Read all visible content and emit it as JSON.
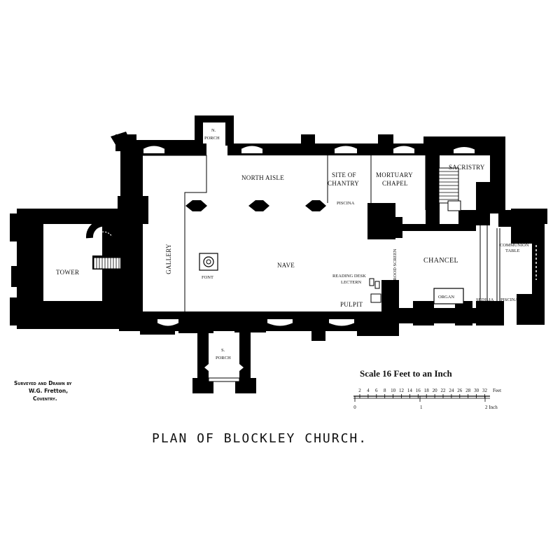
{
  "title": "PLAN OF BLOCKLEY CHURCH.",
  "credit": {
    "line1": "Surveyed and Drawn by",
    "line2": "W.G. Fretton,",
    "line3": "Coventry."
  },
  "rooms": {
    "tower": "TOWER",
    "gallery": "GALLERY",
    "font": "FONT",
    "nave": "NAVE",
    "north_aisle": "NORTH AISLE",
    "n_porch_1": "N.",
    "n_porch_2": "PORCH",
    "s_porch_1": "S.",
    "s_porch_2": "PORCH",
    "chantry_1": "SITE OF",
    "chantry_2": "CHANTRY",
    "mortuary_1": "MORTUARY",
    "mortuary_2": "CHAPEL",
    "sacristry": "SACRISTRY",
    "piscina_north": "PISCINA",
    "chancel": "CHANCEL",
    "rood_screen": "ROOD SCREEN",
    "reading_desk": "READING DESK",
    "lectern": "LECTERN",
    "pulpit": "PULPIT",
    "organ": "ORGAN",
    "sedilia": "SEDILIA",
    "piscina_south": "PISCINA",
    "communion_1": "COMMUNION",
    "communion_2": "TABLE"
  },
  "scale": {
    "title": "Scale 16 Feet to an Inch",
    "feet_unit": "Feet",
    "feet_ticks": [
      "2",
      "4",
      "6",
      "8",
      "10",
      "12",
      "14",
      "16",
      "18",
      "20",
      "22",
      "24",
      "26",
      "28",
      "30",
      "32"
    ],
    "inch_ticks": [
      "0",
      "1",
      "2 Inch"
    ]
  },
  "colors": {
    "wall": "#000000",
    "paper": "#ffffff"
  }
}
